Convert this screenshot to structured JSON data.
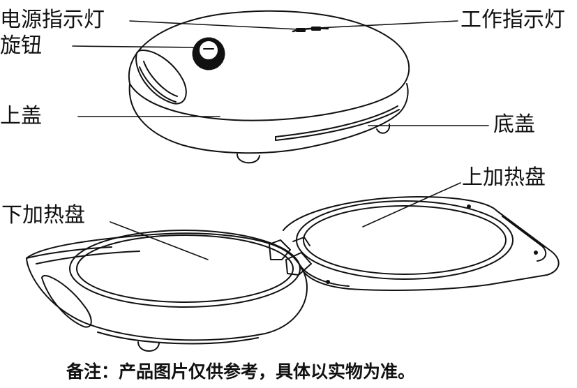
{
  "labels": {
    "power_indicator": "电源指示灯",
    "work_indicator": "工作指示灯",
    "knob": "旋钮",
    "top_cover": "上盖",
    "base_cover": "底盖",
    "upper_heating_plate": "上加热盘",
    "lower_heating_plate": "下加热盘"
  },
  "note": "备注：产品图片仅供参考，具体以实物为准。"
}
